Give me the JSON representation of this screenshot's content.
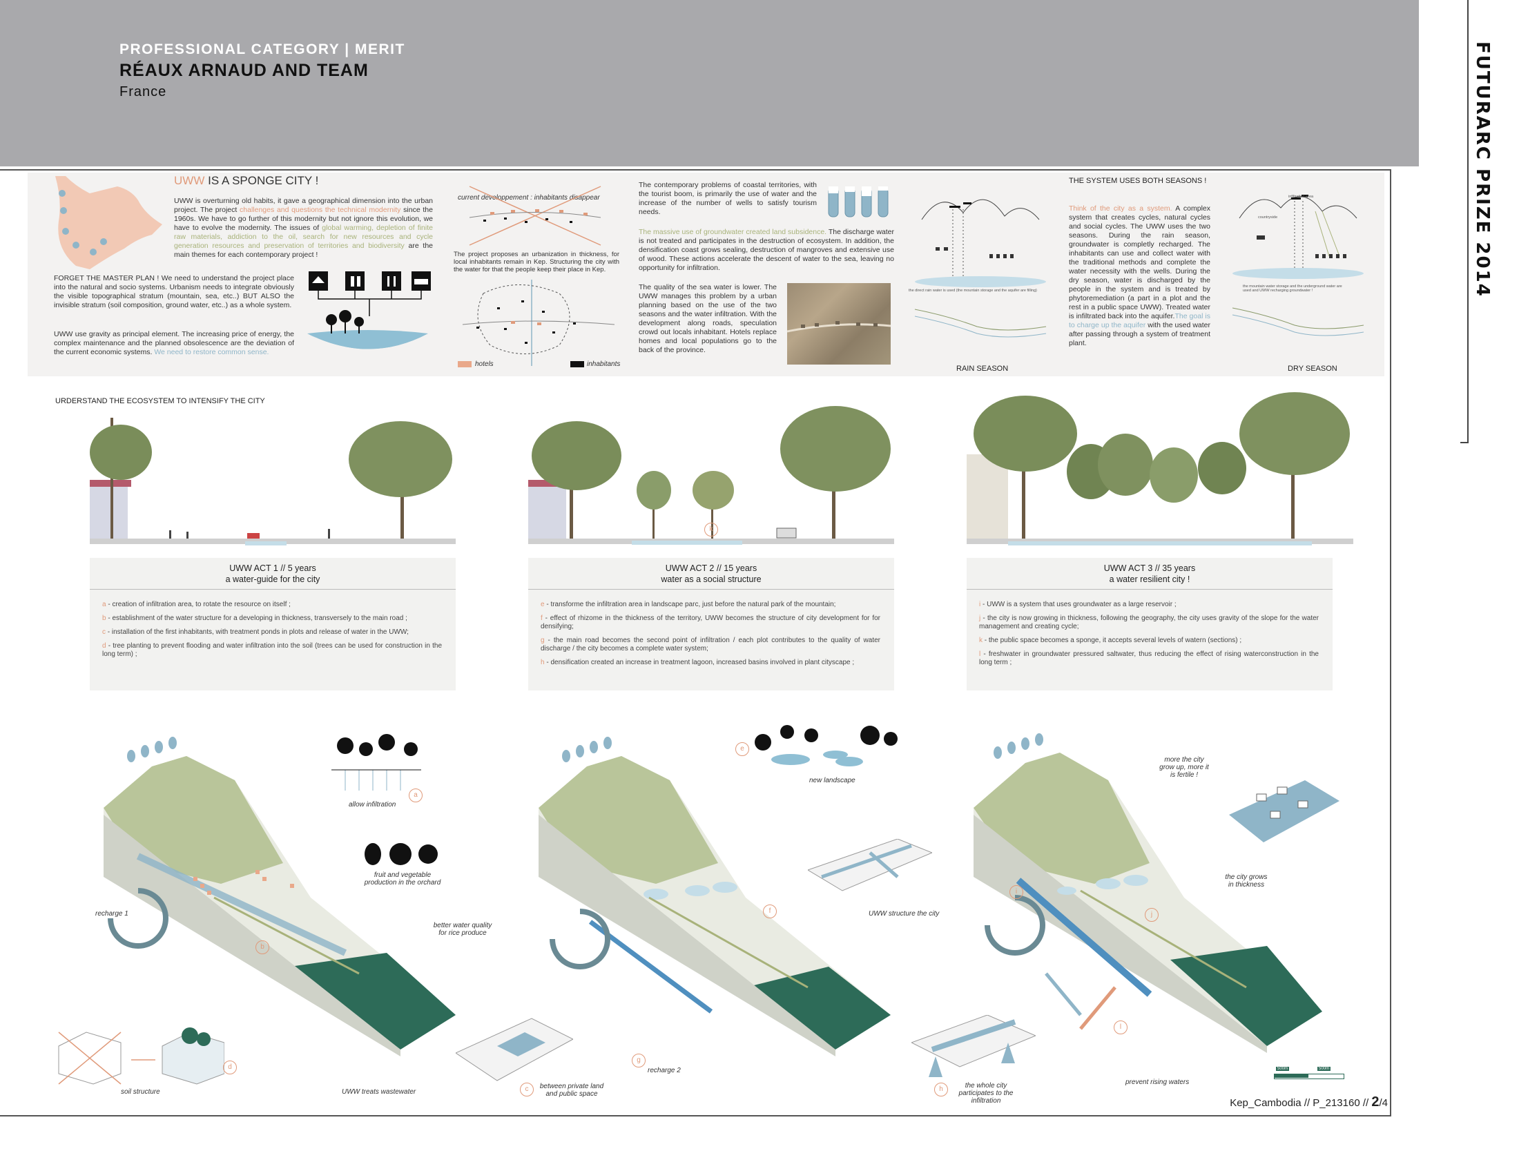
{
  "header": {
    "category": "PROFESSIONAL CATEGORY",
    "separator": "|",
    "award": "MERIT",
    "team": "RÉAUX ARNAUD AND TEAM",
    "country": "France"
  },
  "side_title": "FUTURARC PRIZE 2014",
  "intro": {
    "sponge_title_uww": "UWW",
    "sponge_title_rest": " IS A SPONGE CITY !",
    "sponge_p1_a": "UWW is overturning old habits, it gave a geographical dimension into the urban project. The project ",
    "sponge_p1_b": "challenges and questions the technical modernity",
    "sponge_p1_c": " since the 1960s. We have to go further of this modernity but not ignore this evolution, we have to evolve the modernity. The issues of ",
    "sponge_p1_d": "global warming, depletion of finite raw materials, addiction to the oil, search for new resources and cycle generation resources and preservation of territories and biodiversity",
    "sponge_p1_e": " are the main themes for each contemporary project !",
    "master_plan": "FORGET THE MASTER PLAN ! We need to understand the project place into the natural and socio systems. Urbanism needs to integrate obviously the visible topographical stratum (mountain, sea, etc..) BUT ALSO the invisible stratum (soil composition, ground water, etc..) as a whole system.",
    "gravity_a": "UWW use gravity as principal element. The increasing price of energy, the complex maintenance and the planned obsolescence are the deviation of the current economic systems. ",
    "gravity_b": "We need to restore common sense.",
    "current_dev": "current developpement : inhabitants disappear",
    "urbanization": "The project proposes an urbanization in thickness, for local inhabitants remain in Kep. Structuring the city with the water for that the people keep their place in Kep.",
    "legend_hotels": "hotels",
    "legend_inhabitants": "inhabitants",
    "problems": "The contemporary problems of coastal territories, with the tourist boom, is primarily the use of water and the increase of the number of wells to satisfy tourism needs.",
    "massive_a": "The massive use of groundwater created land subsidence.",
    "massive_b": " The discharge water is not treated and participates in the destruction of ecosystem. In addition, the densification coast grows sealing, destruction of mangroves and extensive use of wood. These actions accelerate the descent of water to the sea, leaving no opportunity for infiltration.",
    "quality": "The quality of the sea water is lower. The UWW manages this problem by a urban planning based on the use of the two seasons and the water infiltration. With the development along roads, speculation crowd out locals inhabitant. Hotels replace homes and local populations go to the back of the province.",
    "rain_season": "RAIN SEASON",
    "system_title": "THE SYSTEM USES BOTH SEASONS !",
    "system_a": "Think of the city as a system.",
    "system_b": " A complex system that creates cycles, natural cycles and social cycles. The UWW uses the two seasons. During the rain season, groundwater is completly recharged. The inhabitants can use and collect water with the traditional methods and complete the water necessity with the wells. During the dry season, water is discharged by the people in the system and is treated by phytoremediation (a part in a plot and the rest in a public space UWW). Treated water is infiltrated back into the aquifer.",
    "system_c": "The goal is to charge up the aquifer",
    "system_d": " with the used water after passing through a system of treatment plant.",
    "dry_season": "DRY SEASON",
    "rain_caption": "the direct rain water is used (the mountain storage and the aquifer are filling)",
    "dry_caption": "the mountain water storage and the underground water are used and UWW recharging groundwater !",
    "infiltration_area": "infiltration area",
    "countryside": "countryside",
    "traditional_methods": "traditional methods"
  },
  "ecosystem_title": "URDERSTAND THE ECOSYSTEM TO INTENSIFY THE CITY",
  "acts": [
    {
      "title1": "UWW ACT 1 // 5 years",
      "title2": "a water-guide for the city",
      "items": [
        {
          "l": "a",
          "t": " - creation of infiltration area, to rotate the resource on itself ;"
        },
        {
          "l": "b",
          "t": " - establishment of the water structure for a developing in thickness, transversely to the main road ;"
        },
        {
          "l": "c",
          "t": " - installation of the first inhabitants, with treatment ponds in plots and release of water in the UWW;"
        },
        {
          "l": "d",
          "t": " - tree planting to prevent flooding and water infiltration into the soil (trees can be used for construction in the long term) ;"
        }
      ]
    },
    {
      "title1": "UWW ACT 2 // 15 years",
      "title2": "water as a social structure",
      "items": [
        {
          "l": "e",
          "t": " - transforme the infiltration area in landscape parc, just before the natural park of the mountain;"
        },
        {
          "l": "f",
          "t": " - effect of rhizome in the thickness of the territory, UWW becomes the structure of city development for for densifying;"
        },
        {
          "l": "g",
          "t": " - the main road becomes the second point of infiltration / each plot contributes to the quality of water discharge / the city becomes a complete water system;"
        },
        {
          "l": "h",
          "t": " - densification created an increase in treatment lagoon, increased basins involved in plant cityscape ;"
        }
      ]
    },
    {
      "title1": "UWW ACT 3 // 35 years",
      "title2": "a water resilient city !",
      "items": [
        {
          "l": "i",
          "t": " - UWW is a system that uses groundwater as a large reservoir ;"
        },
        {
          "l": "j",
          "t": " - the city is now growing in thickness, following the geography, the city uses gravity of the slope for the water management and creating cycle;"
        },
        {
          "l": "k",
          "t": " - the public space becomes a sponge, it accepts several levels of watern (sections) ;"
        },
        {
          "l": "l",
          "t": " - freshwater in groundwater pressured saltwater, thus reducing the effect of rising waterconstruction in the long term ;"
        }
      ]
    }
  ],
  "section_letters": [
    "k"
  ],
  "diagram_labels": {
    "allow_infiltration": "allow infiltration",
    "fruit": "fruit and vegetable production in the orchard",
    "recharge1": "recharge 1",
    "better_water": "better water quality for rice produce",
    "soil_structure": "soil structure",
    "uww_treats": "UWW treats wastewater",
    "new_landscape": "new landscape",
    "uww_structure": "UWW structure the city",
    "recharge2": "recharge 2",
    "private_land": "between private land and public space",
    "more_city": "more the city grow up, more it is fertile !",
    "city_grows": "the city grows in thickness",
    "whole_city": "the whole city participates to the infiltration",
    "prevent": "prevent rising waters",
    "scale1": "500m",
    "scale2": "500m"
  },
  "circle_letters": {
    "a": "a",
    "b": "b",
    "d": "d",
    "e": "e",
    "f": "f",
    "g": "g",
    "c": "c",
    "i": "i",
    "j": "j",
    "h": "h",
    "l": "l"
  },
  "footer": {
    "location": "Kep_Cambodia // P_213160 // ",
    "page": "2",
    "total": "/4"
  },
  "colors": {
    "accent_orange": "#e09a7a",
    "accent_blue": "#8fb5c8",
    "accent_green": "#a8b27a",
    "mountain": "#b9c59a",
    "sea": "#2d6b58",
    "header": "#a9a9ac"
  }
}
